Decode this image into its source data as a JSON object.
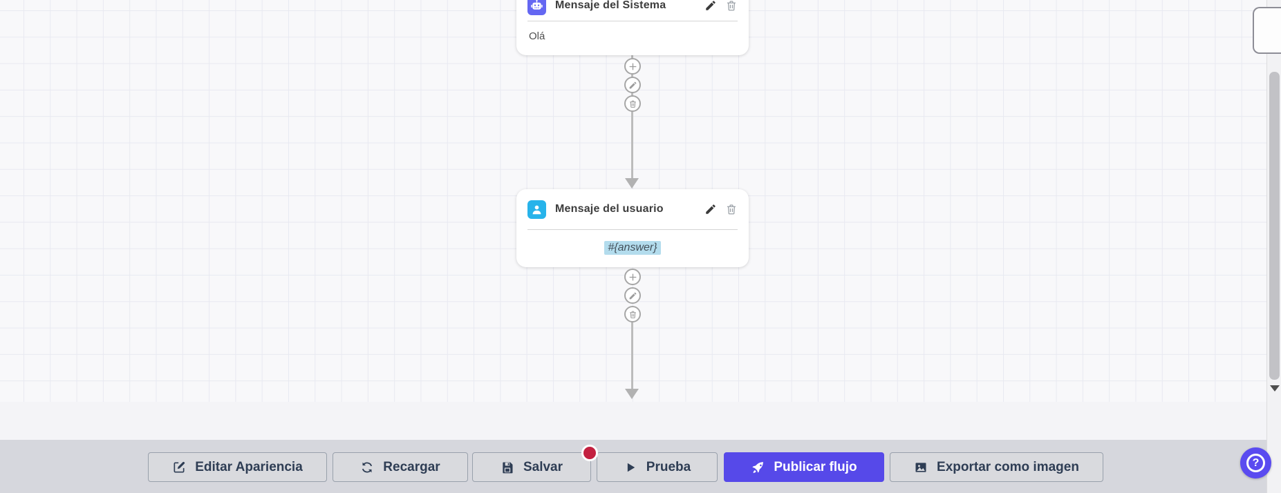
{
  "app": {
    "type": "chatbot-flow-editor"
  },
  "canvas": {
    "nodes": [
      {
        "title": "Mensaje del Sistema",
        "body": "Olá",
        "icon": "robot-icon",
        "icon_bg": "#6467f2",
        "actions": [
          "edit",
          "delete"
        ]
      },
      {
        "title": "Mensaje del usuario",
        "body": "#{answer}",
        "icon": "user-icon",
        "icon_bg": "#27b3ea",
        "actions": [
          "edit",
          "delete"
        ]
      }
    ],
    "connector_menu": [
      "add-node",
      "edit-connection",
      "delete-connection"
    ]
  },
  "toolbar": {
    "buttons": [
      {
        "label": "Editar Apariencia",
        "icon": "edit-square-icon",
        "variant": "default"
      },
      {
        "label": "Recargar",
        "icon": "refresh-icon",
        "variant": "default"
      },
      {
        "label": "Salvar",
        "icon": "save-icon",
        "variant": "default",
        "badge": "unsaved-dot"
      },
      {
        "label": "Prueba",
        "icon": "play-icon",
        "variant": "default"
      },
      {
        "label": "Publicar flujo",
        "icon": "rocket-icon",
        "variant": "primary"
      },
      {
        "label": "Exportar como imagen",
        "icon": "image-icon",
        "variant": "default"
      }
    ]
  },
  "help_button": {
    "label": "?"
  },
  "colors": {
    "primary": "#5649e9",
    "system_node_icon": "#6467f2",
    "user_node_icon": "#27b3ea",
    "unsaved_badge": "#c32040",
    "answer_highlight": "#b3dced",
    "toolbar_bg": "#d6d7dd",
    "canvas_bg": "#f8f8fa",
    "grid_line": "#e8e9f1"
  }
}
